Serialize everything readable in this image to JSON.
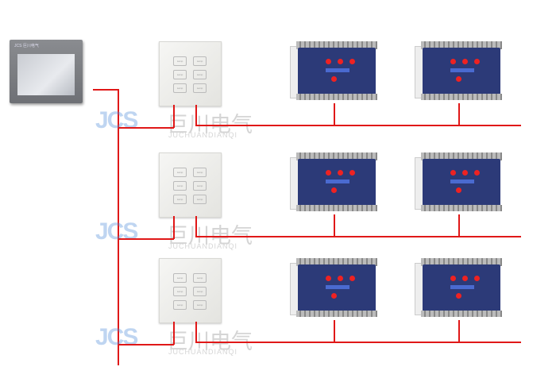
{
  "watermark": {
    "logo": "JCS",
    "chinese": "巨川电气",
    "pinyin": "JUCHUANDIANQI"
  },
  "panel": {
    "brand": "JCS 巨川电气"
  },
  "keypad": {
    "button_label": "Lamp"
  },
  "colors": {
    "wire": "#e01818",
    "module": "#2c3a78"
  }
}
